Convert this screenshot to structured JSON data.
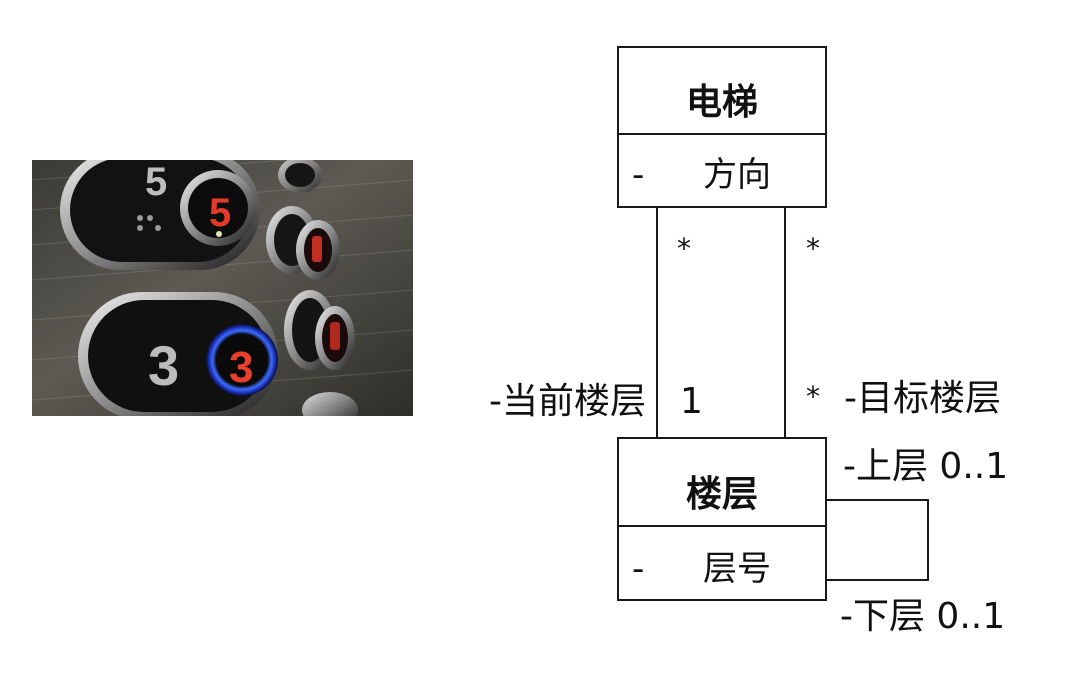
{
  "photo": {
    "description_icon": "elevator-buttons-photo",
    "buttons": [
      "5",
      "5",
      "3",
      "3"
    ]
  },
  "diagram": {
    "elevator_class": {
      "name": "电梯",
      "attribute_visibility": "-",
      "attribute": "方向"
    },
    "floor_class": {
      "name": "楼层",
      "attribute_visibility": "-",
      "attribute": "层号"
    },
    "association_current": {
      "role": "-当前楼层",
      "top_multiplicity": "*",
      "bottom_multiplicity": "1"
    },
    "association_target": {
      "role": "-目标楼层",
      "top_multiplicity": "*",
      "bottom_multiplicity": "*"
    },
    "self_association": {
      "upper_role": "-上层 0..1",
      "lower_role": "-下层 0..1"
    }
  }
}
